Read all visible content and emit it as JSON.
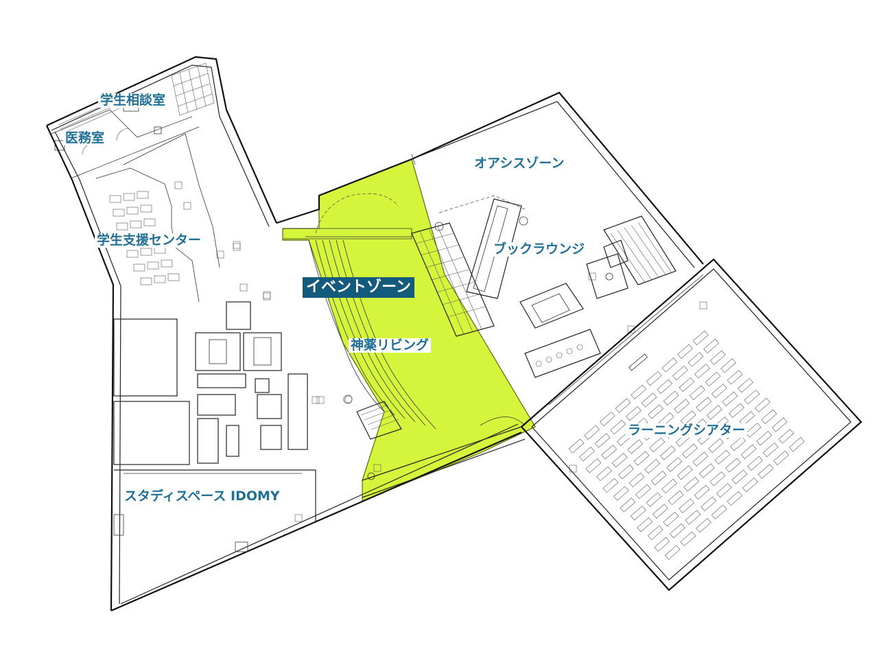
{
  "colors": {
    "label": "#1f6f96",
    "event_badge": "#145a7c",
    "event_fill": "#d4f53c",
    "walls": "#111111"
  },
  "rooms": {
    "student_consultation": "学生相談室",
    "medical": "医務室",
    "student_support": "学生支援センター",
    "study_space": "スタディスペース IDOMY",
    "event_zone": "イベントゾーン",
    "shinyaku_living": "神薬リビング",
    "oasis_zone": "オアシスゾーン",
    "book_lounge": "ブックラウンジ",
    "learning_theater": "ラーニングシアター"
  }
}
